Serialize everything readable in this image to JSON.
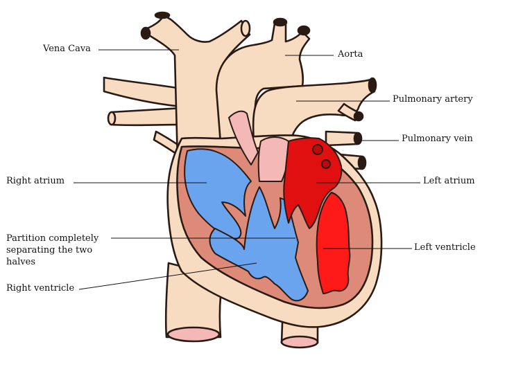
{
  "colors": {
    "outline": "#2a1a14",
    "vessel": "#f7dcc2",
    "muscle": "#dd8b78",
    "deoxygenated": "#6aa4ee",
    "oxygenated": "#e01010",
    "oxygenated_bright": "#ff1a1a",
    "vessel_pink": "#f4b8b6",
    "background": "#ffffff"
  },
  "labels": {
    "vena_cava": "Vena Cava",
    "aorta": "Aorta",
    "pulmonary_artery": "Pulmonary artery",
    "pulmonary_vein": "Pulmonary vein",
    "right_atrium": "Right atrium",
    "left_atrium": "Left atrium",
    "partition": "Partition completely\nseparating the two\nhalves",
    "left_ventricle": "Left ventricle",
    "right_ventricle": "Right ventricle"
  }
}
